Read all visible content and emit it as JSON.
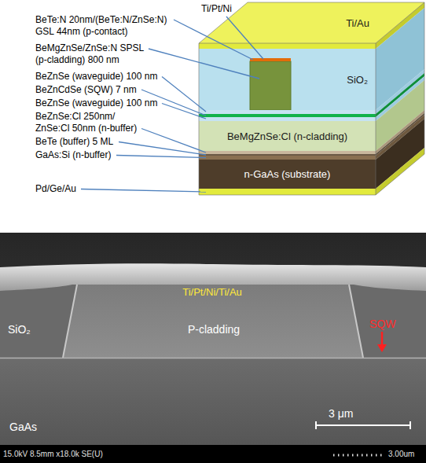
{
  "diagram": {
    "nodes": [
      {
        "text": [
          "Ti/Au"
        ]
      },
      {
        "text": [
          "SiO₂"
        ]
      },
      {
        "text": [
          "BeMgZnSe:Cl (n-cladding)"
        ]
      },
      {
        "text": [
          "n-GaAs (substrate)"
        ]
      }
    ],
    "labels": [
      "Ti/Pt/Ni",
      "BeTe:N 20nm/(BeTe:N/ZnSe:N) GSL 44nm (p-contact)",
      "BeMgZnSe/ZnSe:N SPSL (p-cladding) 800 nm",
      "BeZnSe (waveguide) 100 nm",
      "BeZnCdSe (SQW) 7 nm",
      "BeZnSe (waveguide) 100 nm",
      "BeZnSe:Cl 250nm/ ZnSe:Cl 50nm (n-buffer)",
      "BeTe (buffer) 5 ML",
      "GaAs:Si (n-buffer)",
      "Pd/Ge/Au",
      "Ti/Pt/Ni/Ti/Au",
      "SiO₂",
      "P-cladding",
      "SQW",
      "GaAs",
      "3 μm",
      "15.0kV 8.5mm x18.0k SE(U)",
      "3.00um"
    ]
  }
}
